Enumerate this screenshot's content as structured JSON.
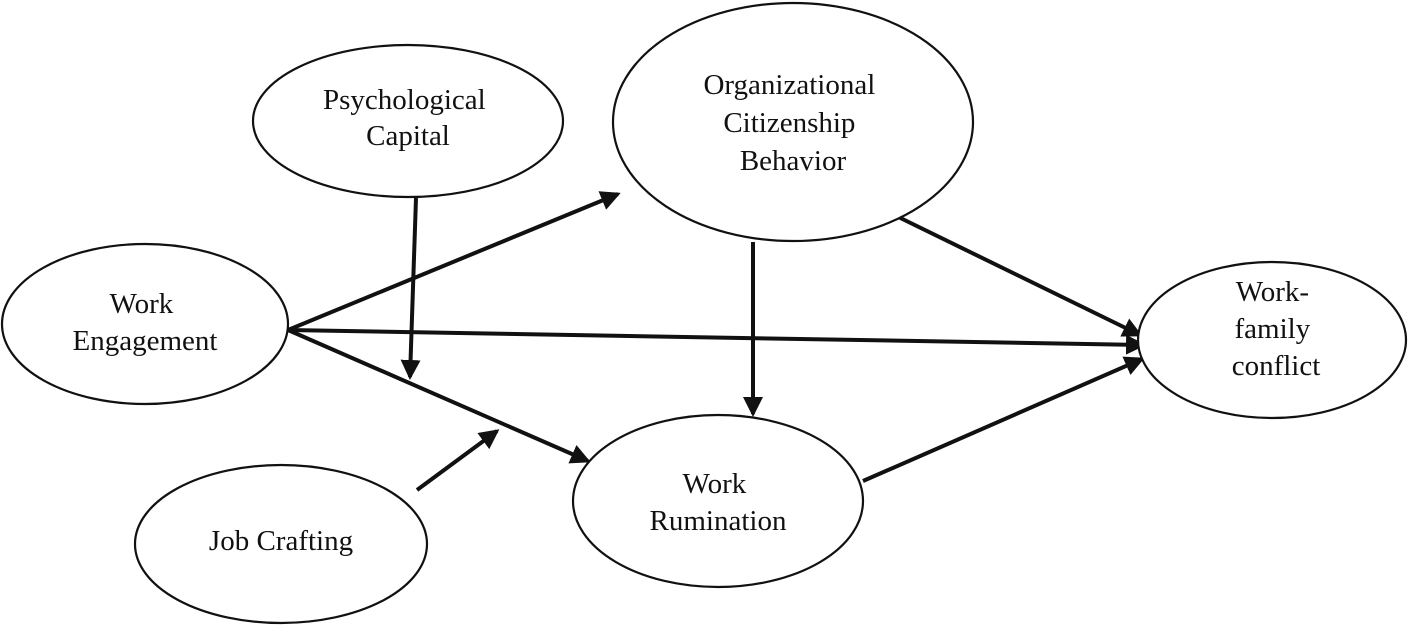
{
  "nodes": {
    "psychological_capital": {
      "lines": [
        "Psychological",
        "Capital"
      ]
    },
    "organizational_citizenship_behavior": {
      "lines": [
        "Organizational",
        "Citizenship",
        "Behavior"
      ]
    },
    "work_engagement": {
      "lines": [
        "Work",
        "Engagement"
      ]
    },
    "work_family_conflict": {
      "lines": [
        "Work-",
        "family",
        "conflict"
      ]
    },
    "work_rumination": {
      "lines": [
        "Work",
        "Rumination"
      ]
    },
    "job_crafting": {
      "lines": [
        "Job Crafting"
      ]
    }
  },
  "edges": [
    {
      "from": "work_engagement",
      "to": "organizational_citizenship_behavior"
    },
    {
      "from": "work_engagement",
      "to": "work_family_conflict"
    },
    {
      "from": "work_engagement",
      "to": "work_rumination"
    },
    {
      "from": "organizational_citizenship_behavior",
      "to": "work_family_conflict"
    },
    {
      "from": "organizational_citizenship_behavior",
      "to": "work_rumination"
    },
    {
      "from": "work_rumination",
      "to": "work_family_conflict"
    },
    {
      "from": "psychological_capital",
      "to": "work_engagement→work_rumination"
    },
    {
      "from": "job_crafting",
      "to": "work_engagement→work_rumination"
    }
  ]
}
